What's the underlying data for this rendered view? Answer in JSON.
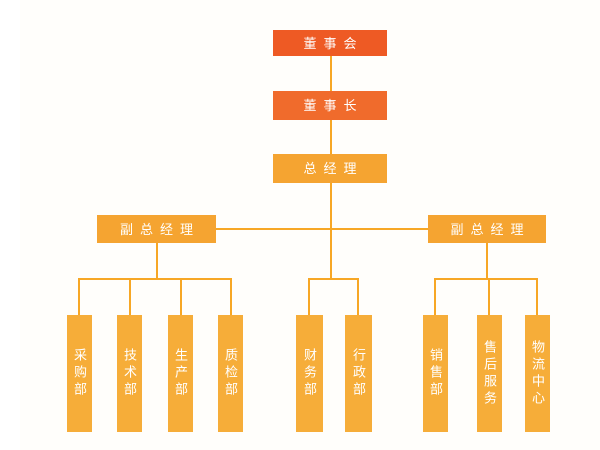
{
  "colors": {
    "bg": "#fffefb",
    "line": "#f7a725",
    "text": "#ffffff",
    "box_board": "#ee5a24",
    "box_chairman": "#f06b2c",
    "box_manager": "#f5a431",
    "box_dept": "#f6ad39"
  },
  "org": {
    "board": {
      "label": "董事会"
    },
    "chairman": {
      "label": "董事长"
    },
    "general_manager": {
      "label": "总经理"
    },
    "deputy_left": {
      "label": "副总经理"
    },
    "deputy_right": {
      "label": "副总经理"
    },
    "departments": {
      "left": [
        "采购部",
        "技术部",
        "生产部",
        "质检部"
      ],
      "middle": [
        "财务部",
        "行政部"
      ],
      "right": [
        "销售部",
        "售后服务",
        "物流中心"
      ]
    }
  }
}
